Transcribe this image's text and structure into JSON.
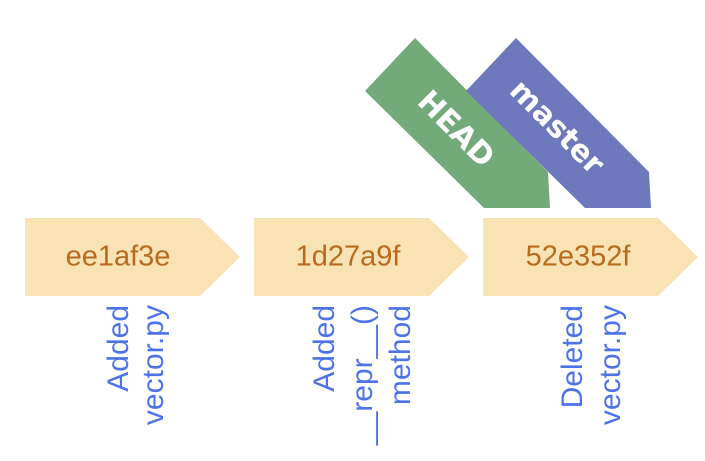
{
  "diagram": {
    "commits": [
      {
        "id": "ee1af3e",
        "message": [
          "Added",
          "vector.py"
        ]
      },
      {
        "id": "1d27a9f",
        "message": [
          "Added",
          "__repr__()",
          "method"
        ]
      },
      {
        "id": "52e352f",
        "message": [
          "Deleted",
          "vector.py"
        ]
      }
    ],
    "refs": [
      {
        "label": "HEAD",
        "points_to": "52e352f",
        "color": "#72aa7a"
      },
      {
        "label": "master",
        "points_to": "52e352f",
        "color": "#6e78bc"
      }
    ],
    "colors": {
      "commit_fill": "#f9e2b4",
      "commit_text": "#b96a1f",
      "message_text": "#4d74e6"
    }
  }
}
